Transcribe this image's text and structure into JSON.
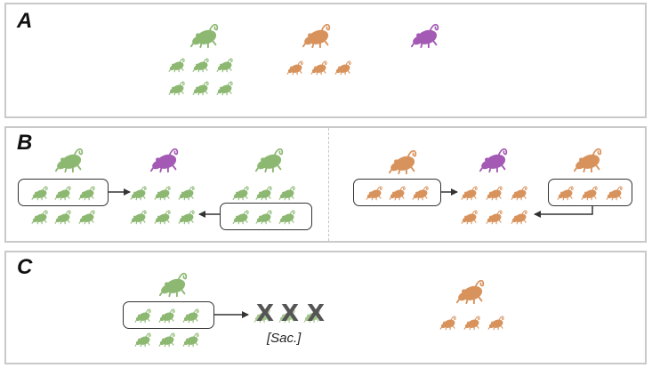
{
  "colors": {
    "green": "#8db872",
    "orange": "#d8925c",
    "purple": "#a45ab4",
    "sacrificed": "#666666"
  },
  "icon": "mouse-icon",
  "panels": {
    "a_label": "A",
    "b_label": "B",
    "c_label": "C"
  },
  "panel_c": {
    "sac_label": "[Sac.]",
    "x_mark": "X"
  }
}
